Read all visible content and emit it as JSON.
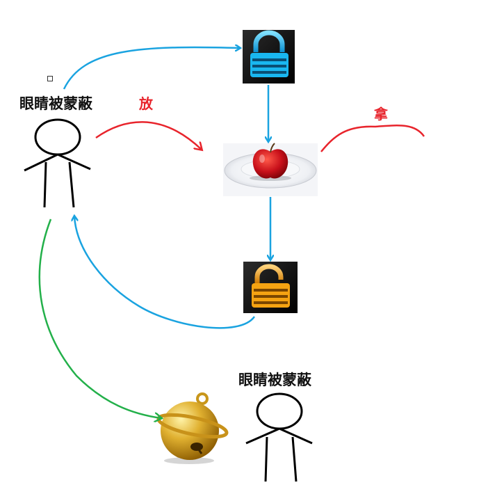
{
  "labels": {
    "person_top": "眼睛被蒙蔽",
    "person_bottom": "眼睛被蒙蔽",
    "put": "放",
    "take": "拿"
  },
  "colors": {
    "blue_arrow": "#1aa3e0",
    "red_arrow": "#e8242c",
    "green_arrow": "#23b04a",
    "text_dark": "#111111",
    "text_red": "#e8242c",
    "lock_blue": "#19b7f0",
    "lock_orange": "#f5a312",
    "bell_gold": "#d9a520"
  },
  "icons": {
    "locked": "locked-padlock-icon",
    "unlocked": "unlocked-padlock-icon",
    "apple": "apple-on-plate-icon",
    "bell": "golden-bell-icon"
  }
}
